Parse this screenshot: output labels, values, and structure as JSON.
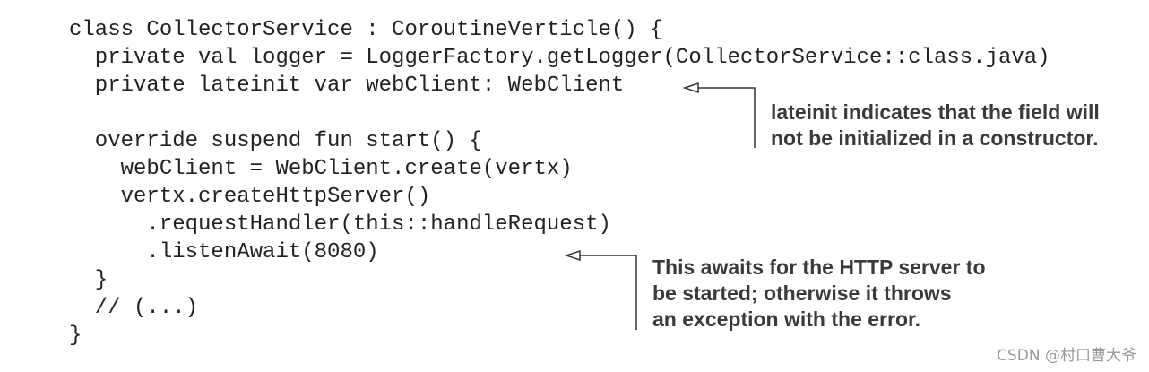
{
  "code": {
    "lines": [
      "class CollectorService : CoroutineVerticle() {",
      "  private val logger = LoggerFactory.getLogger(CollectorService::class.java)",
      "  private lateinit var webClient: WebClient",
      "",
      "  override suspend fun start() {",
      "    webClient = WebClient.create(vertx)",
      "    vertx.createHttpServer()",
      "      .requestHandler(this::handleRequest)",
      "      .listenAwait(8080)",
      "  }",
      "  // (...)",
      "}"
    ]
  },
  "annotations": [
    {
      "line1": "lateinit indicates that the field will",
      "line2": "not be initialized in a constructor."
    },
    {
      "line1": "This awaits for the HTTP server to",
      "line2": "be started; otherwise it throws",
      "line3": "an exception with the error."
    }
  ],
  "watermark": "CSDN @村口曹大爷"
}
